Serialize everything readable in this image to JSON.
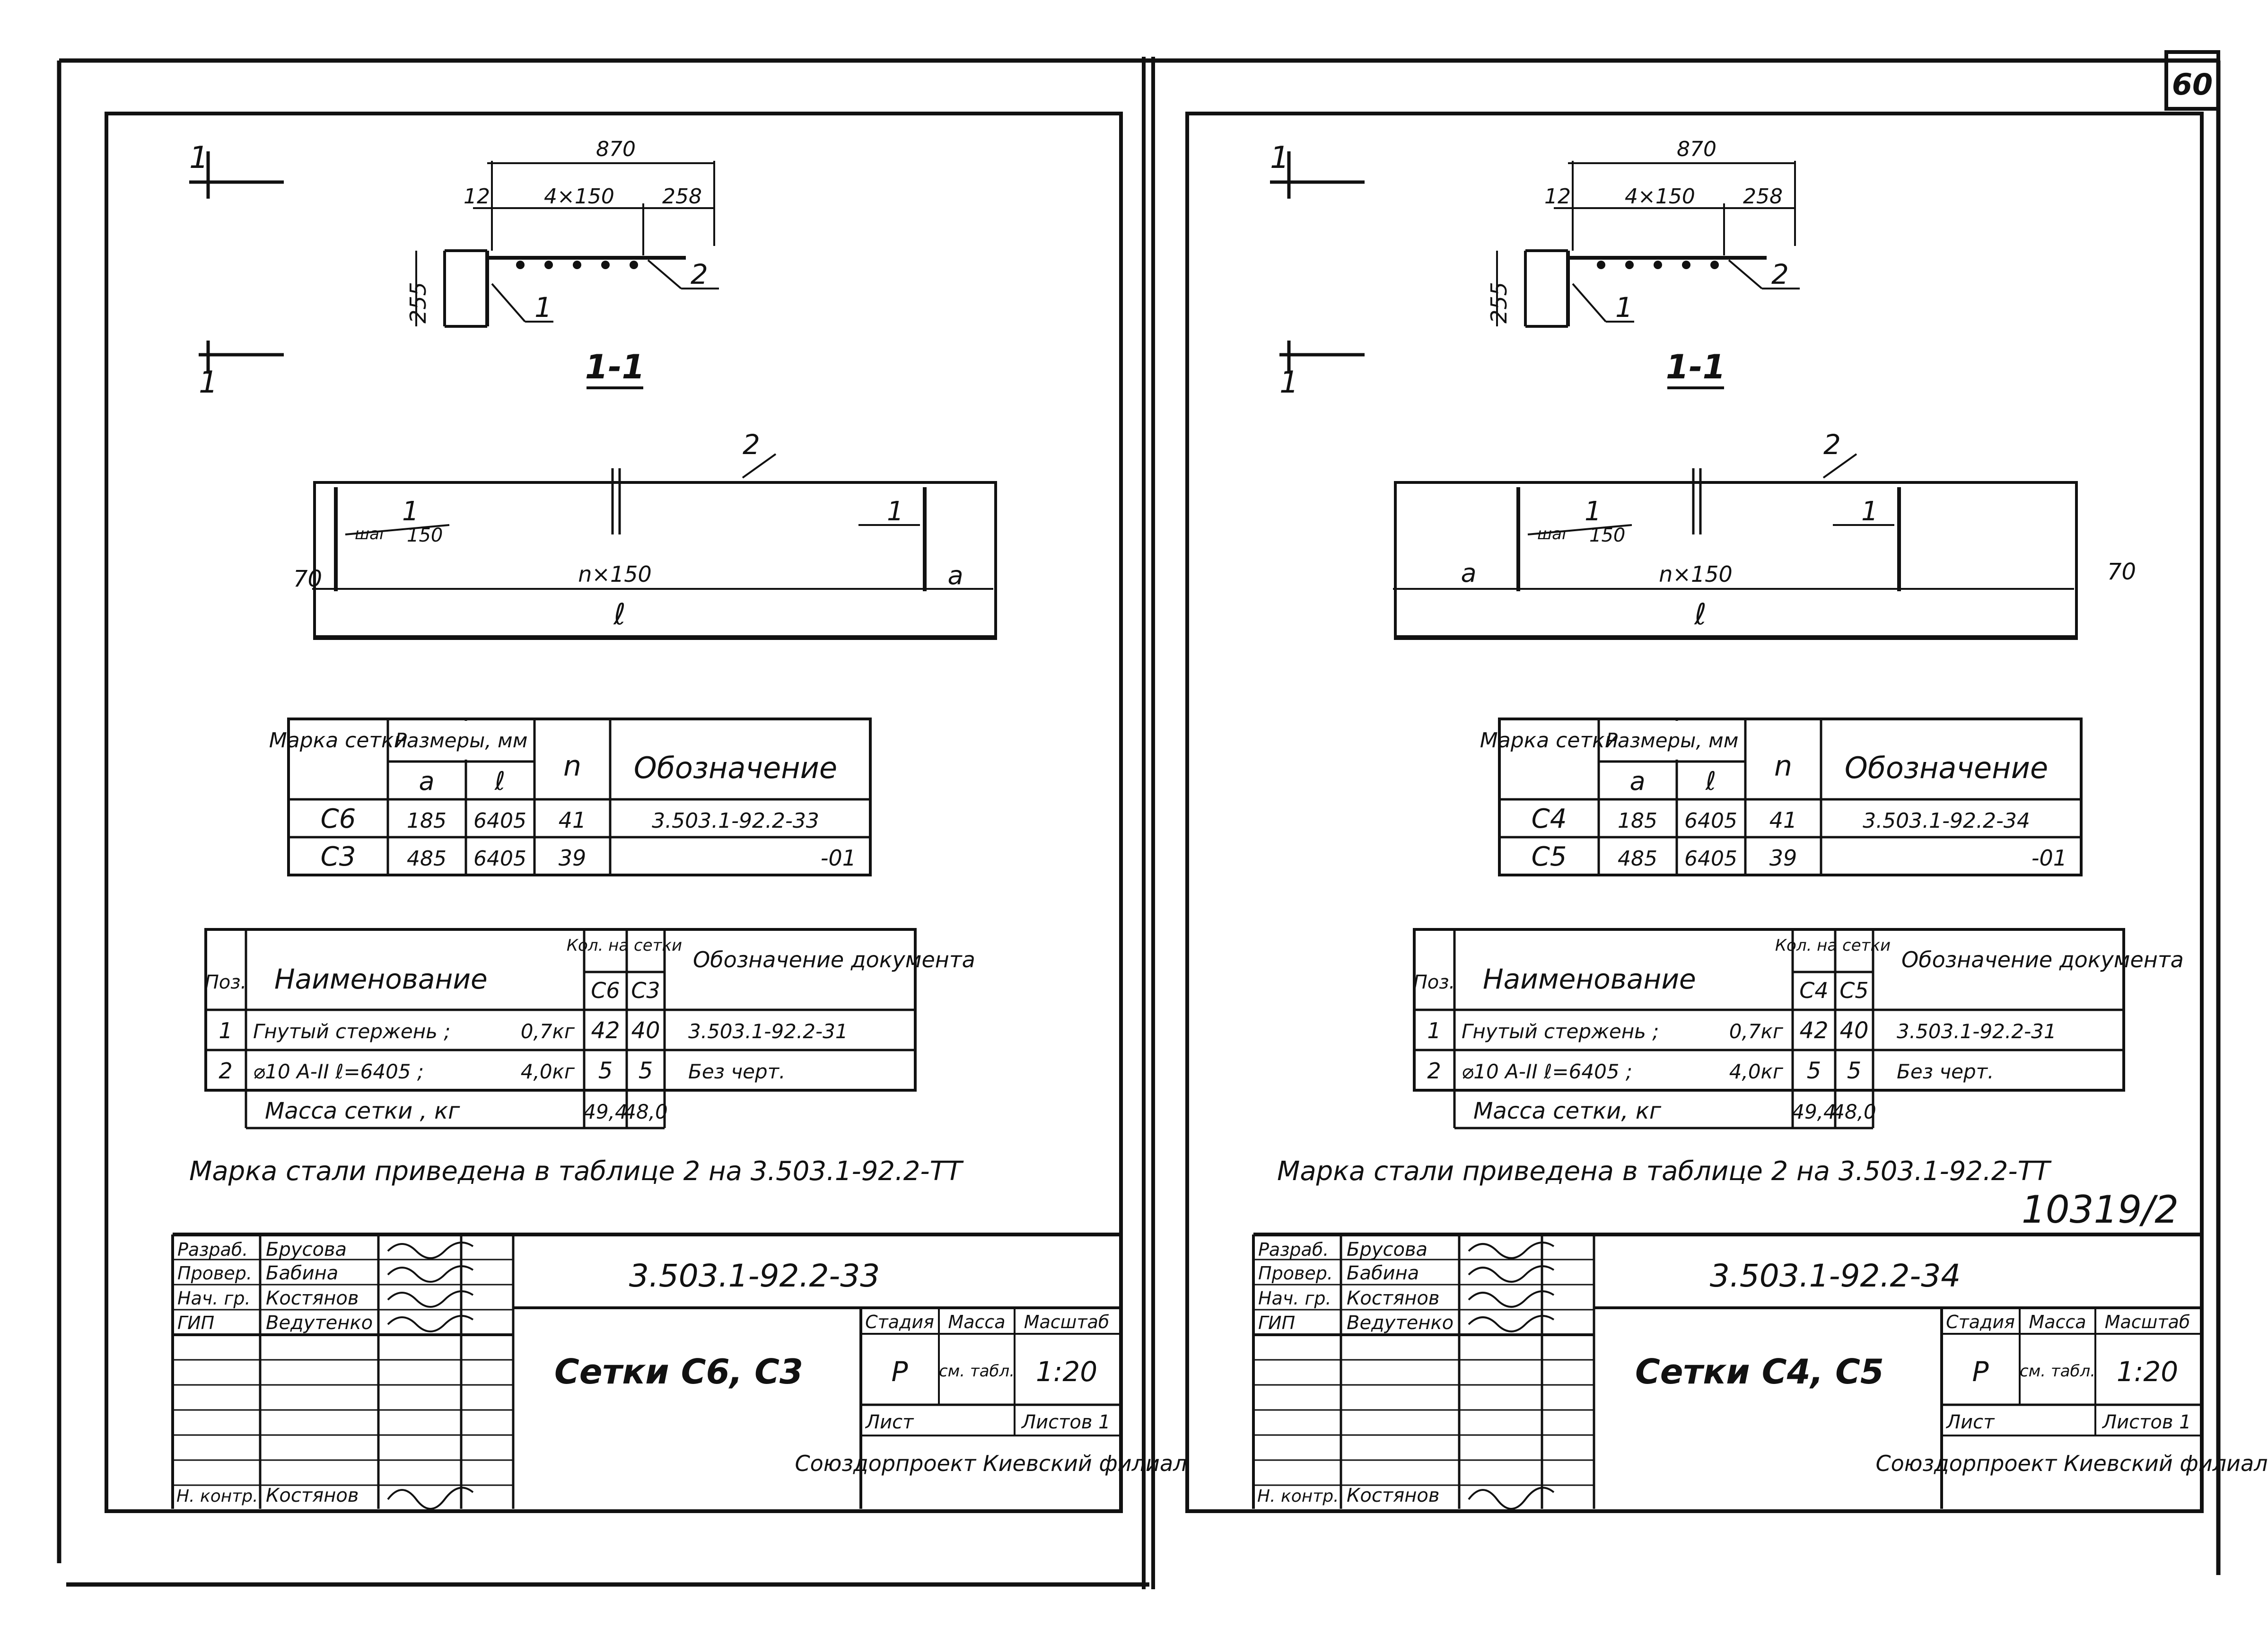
{
  "page_number": "60",
  "archive_number": "10319/2",
  "sheets": [
    {
      "section": {
        "marker_top": "1",
        "marker_bottom": "1",
        "overall": "870",
        "left_offset": "12",
        "spacing": "4×150",
        "right_offset": "258",
        "height": "255",
        "label_1": "1",
        "label_2": "2",
        "title": "1-1"
      },
      "plan": {
        "label_2": "2",
        "label_1_left": "1",
        "step_text": "шаг",
        "step_value": "150",
        "label_1_right": "1",
        "dim_70": "70",
        "dim_n": "n×150",
        "dim_a": "a",
        "dim_l": "ℓ"
      },
      "sizes_table": {
        "h_mark": "Марка сетки",
        "h_sizes": "Размеры, мм",
        "h_a": "a",
        "h_l": "ℓ",
        "h_n": "n",
        "h_designation": "Обозначение",
        "rows": [
          {
            "mark": "С6",
            "a": "185",
            "l": "6405",
            "n": "41",
            "designation": "3.503.1-92.2-33"
          },
          {
            "mark": "С3",
            "a": "485",
            "l": "6405",
            "n": "39",
            "designation": "-01"
          }
        ]
      },
      "spec_table": {
        "h_pos": "Поз.",
        "h_name": "Наименование",
        "h_qty": "Кол. на сетки",
        "h_col1": "С6",
        "h_col2": "С3",
        "h_doc": "Обозначение документа",
        "rows": [
          {
            "pos": "1",
            "name": "Гнутый стержень ;",
            "mass": "0,7кг",
            "q1": "42",
            "q2": "40",
            "doc": "3.503.1-92.2-31"
          },
          {
            "pos": "2",
            "name": "⌀10 A-II  ℓ=6405 ;",
            "mass": "4,0кг",
            "q1": "5",
            "q2": "5",
            "doc": "Без черт."
          }
        ],
        "total_label": "Масса сетки , кг",
        "total_1": "49,4",
        "total_2": "48,0"
      },
      "note": "Марка стали приведена в таблице 2 на 3.503.1-92.2-ТТ",
      "title_block": {
        "roles": [
          "Разраб.",
          "Провер.",
          "Нач. гр.",
          "ГИП"
        ],
        "names": [
          "Брусова",
          "Бабина",
          "Костянов",
          "Ведутенко"
        ],
        "control_role": "Н. контр.",
        "control_name": "Костянов",
        "code": "3.503.1-92.2-33",
        "title": "Сетки С6, С3",
        "h_stage": "Стадия",
        "h_mass": "Масса",
        "h_scale": "Масштаб",
        "stage": "Р",
        "mass": "см. табл.",
        "scale": "1:20",
        "sheet": "Лист",
        "sheets": "Листов 1",
        "org": "Союздорпроект Киевский филиал"
      }
    },
    {
      "section": {
        "marker_top": "1",
        "marker_bottom": "1",
        "overall": "870",
        "left_offset": "12",
        "spacing": "4×150",
        "right_offset": "258",
        "height": "255",
        "label_1": "1",
        "label_2": "2",
        "title": "1-1"
      },
      "plan": {
        "label_2": "2",
        "label_1_left": "1",
        "step_text": "шаг",
        "step_value": "150",
        "label_1_right": "1",
        "dim_70": "70",
        "dim_n": "n×150",
        "dim_a": "a",
        "dim_l": "ℓ"
      },
      "sizes_table": {
        "h_mark": "Марка сетки",
        "h_sizes": "Размеры, мм",
        "h_a": "a",
        "h_l": "ℓ",
        "h_n": "n",
        "h_designation": "Обозначение",
        "rows": [
          {
            "mark": "С4",
            "a": "185",
            "l": "6405",
            "n": "41",
            "designation": "3.503.1-92.2-34"
          },
          {
            "mark": "С5",
            "a": "485",
            "l": "6405",
            "n": "39",
            "designation": "-01"
          }
        ]
      },
      "spec_table": {
        "h_pos": "Поз.",
        "h_name": "Наименование",
        "h_qty": "Кол. на сетки",
        "h_col1": "С4",
        "h_col2": "С5",
        "h_doc": "Обозначение документа",
        "rows": [
          {
            "pos": "1",
            "name": "Гнутый стержень ;",
            "mass": "0,7кг",
            "q1": "42",
            "q2": "40",
            "doc": "3.503.1-92.2-31"
          },
          {
            "pos": "2",
            "name": "⌀10 A-II  ℓ=6405 ;",
            "mass": "4,0кг",
            "q1": "5",
            "q2": "5",
            "doc": "Без черт."
          }
        ],
        "total_label": "Масса сетки, кг",
        "total_1": "49,4",
        "total_2": "48,0"
      },
      "note": "Марка стали приведена в таблице 2 на 3.503.1-92.2-ТТ",
      "title_block": {
        "roles": [
          "Разраб.",
          "Провер.",
          "Нач. гр.",
          "ГИП"
        ],
        "names": [
          "Брусова",
          "Бабина",
          "Костянов",
          "Ведутенко"
        ],
        "control_role": "Н. контр.",
        "control_name": "Костянов",
        "code": "3.503.1-92.2-34",
        "title": "Сетки С4, С5",
        "h_stage": "Стадия",
        "h_mass": "Масса",
        "h_scale": "Масштаб",
        "stage": "Р",
        "mass": "см. табл.",
        "scale": "1:20",
        "sheet": "Лист",
        "sheets": "Листов 1",
        "org": "Союздорпроект Киевский филиал"
      }
    }
  ]
}
